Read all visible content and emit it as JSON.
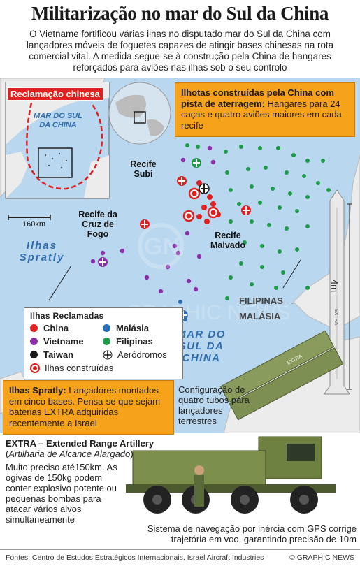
{
  "header": {
    "title": "Militarização no mar do Sul da China",
    "intro": "O Vietname fortificou várias ilhas no disputado mar do Sul da China com lançadores móveis de foguetes capazes de atingir bases chinesas na rota comercial vital. A medida segue-se à construção  pela China de hangares reforçados para aviões nas ilhas sob o seu controlo"
  },
  "inset": {
    "claim_label": "Reclamação chinesa",
    "sea_label": "MAR DO SUL DA CHINA"
  },
  "map": {
    "scale_label": "160km",
    "reefs": {
      "subi": "Recife Subi",
      "fiery_cross": "Recife da Cruz de Fogo",
      "mischief": "Recife Malvado"
    },
    "spratly_label": "Ilhas Spratly",
    "sea_label": "MAR DO SUL DA CHINA",
    "philippines": "FILIPINAS",
    "malaysia": "MALÁSIA"
  },
  "note_top": {
    "heading": "Ilhotas construídas pela China com pista de aterragem:",
    "body": " Hangares para 24 caças e quatro aviões maiores em cada recife"
  },
  "note_bottom": {
    "heading": "Ilhas Spratly:",
    "body": " Lançadores montados em cinco bases. Pensa-se que sejam baterias EXTRA adquiridas recentemente a Israel"
  },
  "legend": {
    "title": "Ilhas Reclamadas",
    "items": {
      "china": "China",
      "malaysia": "Malásia",
      "vietnam": "Vietname",
      "philippines": "Filipinas",
      "taiwan": "Taiwan",
      "airfields": "Aeródromos",
      "built": "Ilhas construídas"
    }
  },
  "colors": {
    "china": "#e02020",
    "malaysia": "#2a6fb5",
    "vietnam": "#8b2fa8",
    "taiwan": "#1a1a1a",
    "philippines": "#1f9a4a",
    "sea": "#b9d7ee",
    "land": "#ececec",
    "note_fill": "#f7a21b"
  },
  "rocket": {
    "name": "EXTRA",
    "length": "4m"
  },
  "launcher": {
    "tube_label": "EXTRA",
    "config_note": "Configuração de quatro tubos para lançadores terrestres"
  },
  "extra": {
    "heading": "EXTRA – Extended Range Artillery",
    "subtitle_open": "(",
    "subtitle": "Artilharia de Alcance Alargado",
    "subtitle_close": ")",
    "description": "Muito preciso até150km. As ogivas de 150kg podem conter explosivo potente ou pequenas bombas para atacar vários alvos simultaneamente"
  },
  "nav_note": "Sistema de navegação por inércia com GPS corrige trajetória em voo, garantindo precisão de 10m",
  "footer": {
    "sources": "Fontes: Centro de Estudos Estratégicos Internacionais, Israel Aircraft Industries",
    "copyright": "© GRAPHIC NEWS"
  },
  "watermark": "GRAPHIC NEWS",
  "watermark_logo": "GN"
}
